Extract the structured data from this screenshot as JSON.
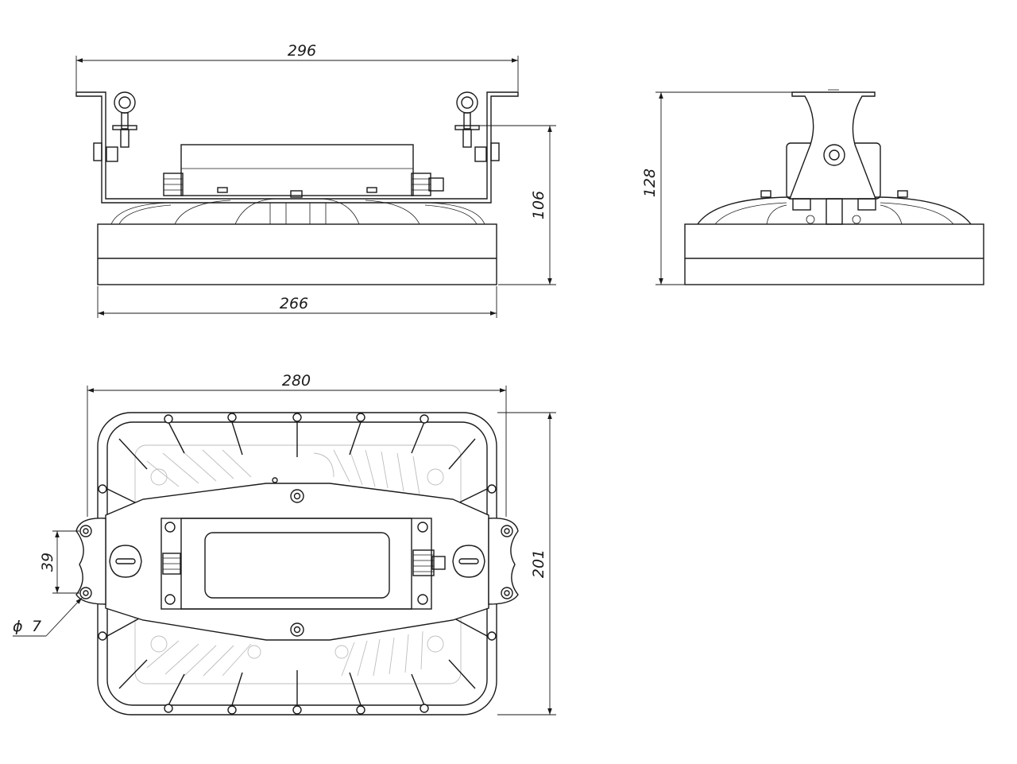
{
  "dimensions": {
    "front_bracket_width": "296",
    "front_body_width": "266",
    "front_height": "106",
    "side_height": "128",
    "top_width": "280",
    "top_height": "201",
    "top_hole_spacing": "39",
    "top_hole_diameter": "7",
    "diameter_symbol": "ϕ"
  }
}
